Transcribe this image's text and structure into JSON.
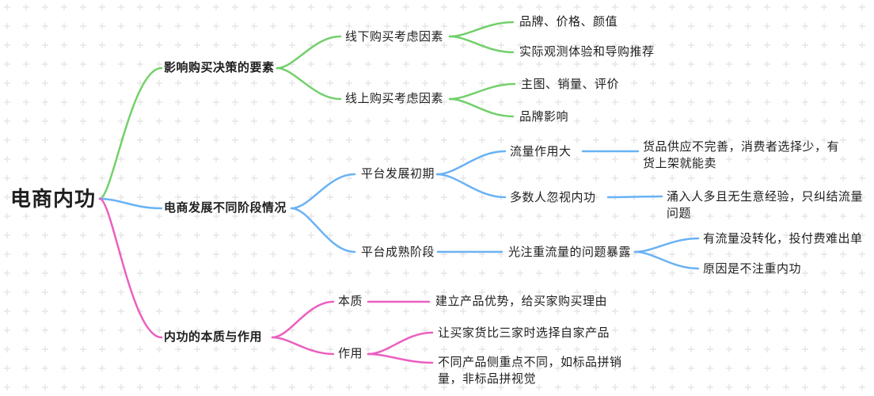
{
  "palette": {
    "green": "#73d06b",
    "blue": "#69b2f5",
    "pink": "#eb5fc0",
    "text": "#1f1f1f",
    "grid": "#e5e5e5"
  },
  "mindmap": {
    "root": {
      "label": "电商内功"
    },
    "branches": [
      {
        "label": "影响购买决策的要素",
        "color": "#73d06b",
        "children": [
          {
            "label": "线下购买考虑因素",
            "children": [
              {
                "label": "品牌、价格、颜值"
              },
              {
                "label": "实际观测体验和导购推荐"
              }
            ]
          },
          {
            "label": "线上购买考虑因素",
            "children": [
              {
                "label": "主图、销量、评价"
              },
              {
                "label": "品牌影响"
              }
            ]
          }
        ]
      },
      {
        "label": "电商发展不同阶段情况",
        "color": "#69b2f5",
        "children": [
          {
            "label": "平台发展初期",
            "children": [
              {
                "label": "流量作用大",
                "children": [
                  {
                    "label": "货品供应不完善，消费者选择少，有货上架就能卖"
                  }
                ]
              },
              {
                "label": "多数人忽视内功",
                "children": [
                  {
                    "label": "涌入人多且无生意经验，只纠结流量问题"
                  }
                ]
              }
            ]
          },
          {
            "label": "平台成熟阶段",
            "children": [
              {
                "label": "光注重流量的问题暴露",
                "children": [
                  {
                    "label": "有流量没转化，投付费难出单"
                  },
                  {
                    "label": "原因是不注重内功"
                  }
                ]
              }
            ]
          }
        ]
      },
      {
        "label": "内功的本质与作用",
        "color": "#eb5fc0",
        "children": [
          {
            "label": "本质",
            "children": [
              {
                "label": "建立产品优势，给买家购买理由"
              }
            ]
          },
          {
            "label": "作用",
            "children": [
              {
                "label": "让买家货比三家时选择自家产品"
              },
              {
                "label": "不同产品侧重点不同，如标品拼销量，非标品拼视觉"
              }
            ]
          }
        ]
      }
    ]
  }
}
